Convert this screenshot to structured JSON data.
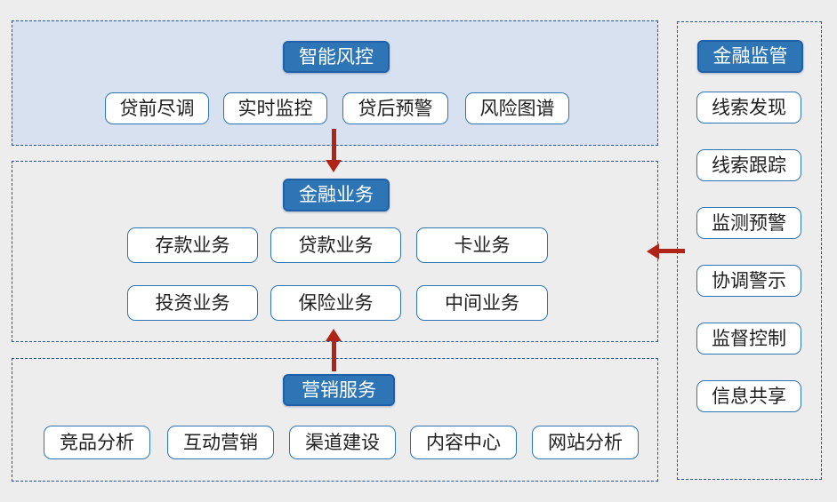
{
  "page": {
    "background_color": "#ededed",
    "accent_blue": "#2e75b6",
    "dashed_border_color": "#2155a3",
    "risk_panel_fill": "#d8e1f0",
    "arrow_color": "#b02418"
  },
  "sections": {
    "risk": {
      "title": "智能风控",
      "items": [
        "贷前尽调",
        "实时监控",
        "贷后预警",
        "风险图谱"
      ]
    },
    "business": {
      "title": "金融业务",
      "rows": [
        [
          "存款业务",
          "贷款业务",
          "卡业务"
        ],
        [
          "投资业务",
          "保险业务",
          "中间业务"
        ]
      ]
    },
    "marketing": {
      "title": "营销服务",
      "items": [
        "竞品分析",
        "互动营销",
        "渠道建设",
        "内容中心",
        "网站分析"
      ]
    },
    "regulation": {
      "title": "金融监管",
      "items": [
        "线索发现",
        "线索跟踪",
        "监测预警",
        "协调警示",
        "监督控制",
        "信息共享"
      ]
    }
  },
  "arrows": [
    {
      "name": "risk-to-business",
      "direction": "down"
    },
    {
      "name": "marketing-to-business",
      "direction": "up"
    },
    {
      "name": "regulation-to-business",
      "direction": "left"
    }
  ]
}
